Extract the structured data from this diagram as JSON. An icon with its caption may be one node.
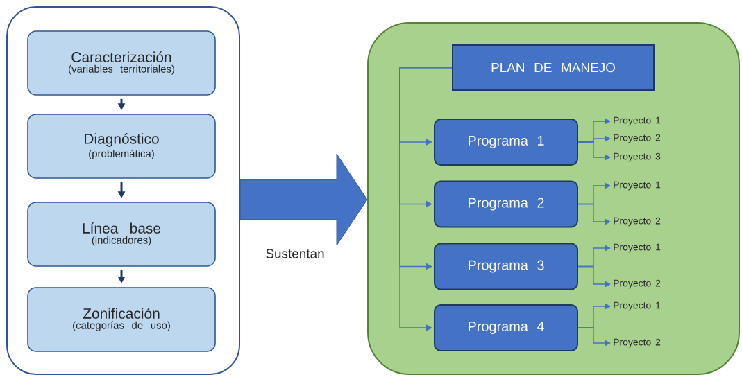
{
  "diagram": {
    "nodes": [
      {
        "text": [],
        "shape": "box"
      },
      {
        "text": [
          "Caracterización",
          "(variables territoriales)"
        ],
        "in": 0
      },
      {
        "text": [
          "Diagnóstico",
          "(problemática)"
        ],
        "in": 0
      },
      {
        "text": [
          "Línea base",
          "(indicadores)"
        ],
        "in": 0
      },
      {
        "text": [
          "Zonificación",
          "(categorías de uso)"
        ],
        "in": 0
      },
      {
        "text": [],
        "shape": "box"
      },
      {
        "text": [
          "PLAN DE MANEJO"
        ],
        "in": 5
      },
      {
        "text": [
          "Programa 1"
        ],
        "in": 5
      },
      {
        "text": [
          "Proyecto 1"
        ],
        "in": 5
      },
      {
        "text": [
          "Proyecto 2"
        ],
        "in": 5
      },
      {
        "text": [
          "Proyecto 3"
        ],
        "in": 5
      },
      {
        "text": [
          "Programa 2"
        ],
        "in": 5
      },
      {
        "text": [
          "Proyecto 1"
        ],
        "in": 5
      },
      {
        "text": [
          "Proyecto 2"
        ],
        "in": 5
      },
      {
        "text": [
          "Programa 3"
        ],
        "in": 5
      },
      {
        "text": [
          "Proyecto 1"
        ],
        "in": 5
      },
      {
        "text": [
          "Proyecto 2"
        ],
        "in": 5
      },
      {
        "text": [
          "Programa 4"
        ],
        "in": 5
      },
      {
        "text": [
          "Proyecto 1"
        ],
        "in": 5
      },
      {
        "text": [
          "Proyecto 2"
        ],
        "in": 5
      }
    ],
    "edges": [
      {
        "from": 0,
        "to": 5,
        "arrow": "to",
        "label": "Sustentan",
        "style": "thick"
      },
      {
        "from": 1,
        "to": 2,
        "arrow": "to",
        "style": "thick",
        "color": "#1f3864"
      },
      {
        "from": 2,
        "to": 3,
        "arrow": "to",
        "style": "thick",
        "color": "#1f3864"
      },
      {
        "from": 3,
        "to": 4,
        "arrow": "to",
        "style": "thick",
        "color": "#1f3864"
      },
      {
        "from": 6,
        "to": 7,
        "arrow": "to"
      },
      {
        "from": 6,
        "to": 11,
        "arrow": "to"
      },
      {
        "from": 6,
        "to": 14,
        "arrow": "to"
      },
      {
        "from": 6,
        "to": 17,
        "arrow": "to"
      },
      {
        "from": 7,
        "to": 8,
        "arrow": "to"
      },
      {
        "from": 7,
        "to": 9,
        "arrow": "to"
      },
      {
        "from": 7,
        "to": 10,
        "arrow": "to"
      },
      {
        "from": 11,
        "to": 12,
        "arrow": "to"
      },
      {
        "from": 11,
        "to": 13,
        "arrow": "to"
      },
      {
        "from": 14,
        "to": 15,
        "arrow": "to"
      },
      {
        "from": 14,
        "to": 16,
        "arrow": "to"
      },
      {
        "from": 17,
        "to": 18,
        "arrow": "to"
      },
      {
        "from": 17,
        "to": 19,
        "arrow": "to"
      }
    ]
  }
}
